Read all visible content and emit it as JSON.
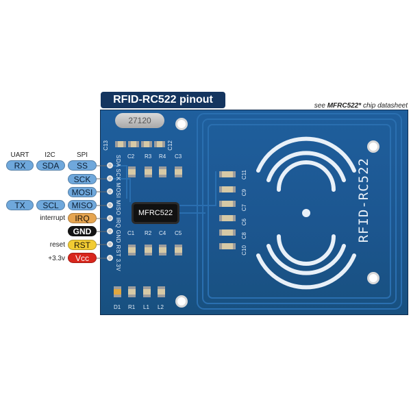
{
  "title": "RFID-RC522 pinout",
  "note": {
    "prefix": "see ",
    "chip": "MFRC522*",
    "suffix": " chip datasheet"
  },
  "columns": {
    "uart": "UART",
    "i2c": "I2C",
    "spi": "SPI"
  },
  "pins": {
    "rx": "RX",
    "sda": "SDA",
    "ss": "SS",
    "sck": "SCK",
    "mosi": "MOSI",
    "tx": "TX",
    "scl": "SCL",
    "miso": "MISO",
    "irq": "IRQ",
    "gnd": "GND",
    "rst": "RST",
    "vcc": "Vcc"
  },
  "side_labels": {
    "interrupt": "interrupt",
    "reset": "reset",
    "power": "+3.3v"
  },
  "board": {
    "chip": "MFRC522",
    "crystal": "27120",
    "antenna_label": "RFID-RC522",
    "pin_silk": "SDA SCK MOSI MISO IRQ GND RST 3.3V",
    "silk": {
      "c13": "C13",
      "c12": "C12",
      "c2": "C2",
      "r3": "R3",
      "r4": "R4",
      "c3": "C3",
      "c1": "C1",
      "r2": "R2",
      "c4": "C4",
      "c5": "C5",
      "d1": "D1",
      "r1": "R1",
      "l1": "L1",
      "l2": "L2",
      "c11": "C11",
      "c9": "C9",
      "c7": "C7",
      "c6": "C6",
      "c8": "C8",
      "c10": "C10"
    }
  },
  "colors": {
    "board": "#1c5690",
    "title_bg": "#14355f",
    "spi": "#6fa8dc",
    "irq": "#e6a550",
    "gnd": "#141414",
    "rst": "#f2cc33",
    "vcc": "#d8261c"
  }
}
